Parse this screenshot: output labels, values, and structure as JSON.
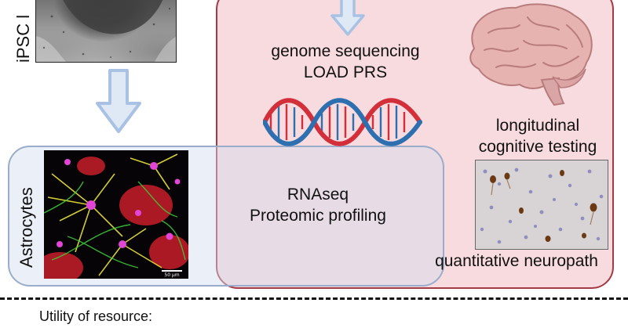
{
  "labels": {
    "ipsc": "iPSC l",
    "astrocytes": "Astrocytes"
  },
  "participant": {
    "genome_line1": "genome sequencing",
    "genome_line2": "LOAD PRS",
    "longitudinal_line1": "longitudinal",
    "longitudinal_line2": "cognitive testing",
    "neuropath": "quantitative neuropath"
  },
  "astro": {
    "line1": "RNAseq",
    "line2": "Proteomic profiling",
    "scale_bar": "50 µm"
  },
  "footer": {
    "utility_title": "Utility of resource:"
  },
  "icons": {
    "down_arrow": "down-arrow-icon",
    "dna": "dna-helix-icon",
    "brain": "brain-icon"
  },
  "colors": {
    "participant_border": "#a33a44",
    "participant_fill": "#f3c4c8",
    "astro_border": "#9aaccb",
    "astro_fill": "#d6e1f1",
    "arrow": "#a9c2e4",
    "dna_red": "#d32f3a",
    "dna_blue": "#2e6fb0"
  }
}
